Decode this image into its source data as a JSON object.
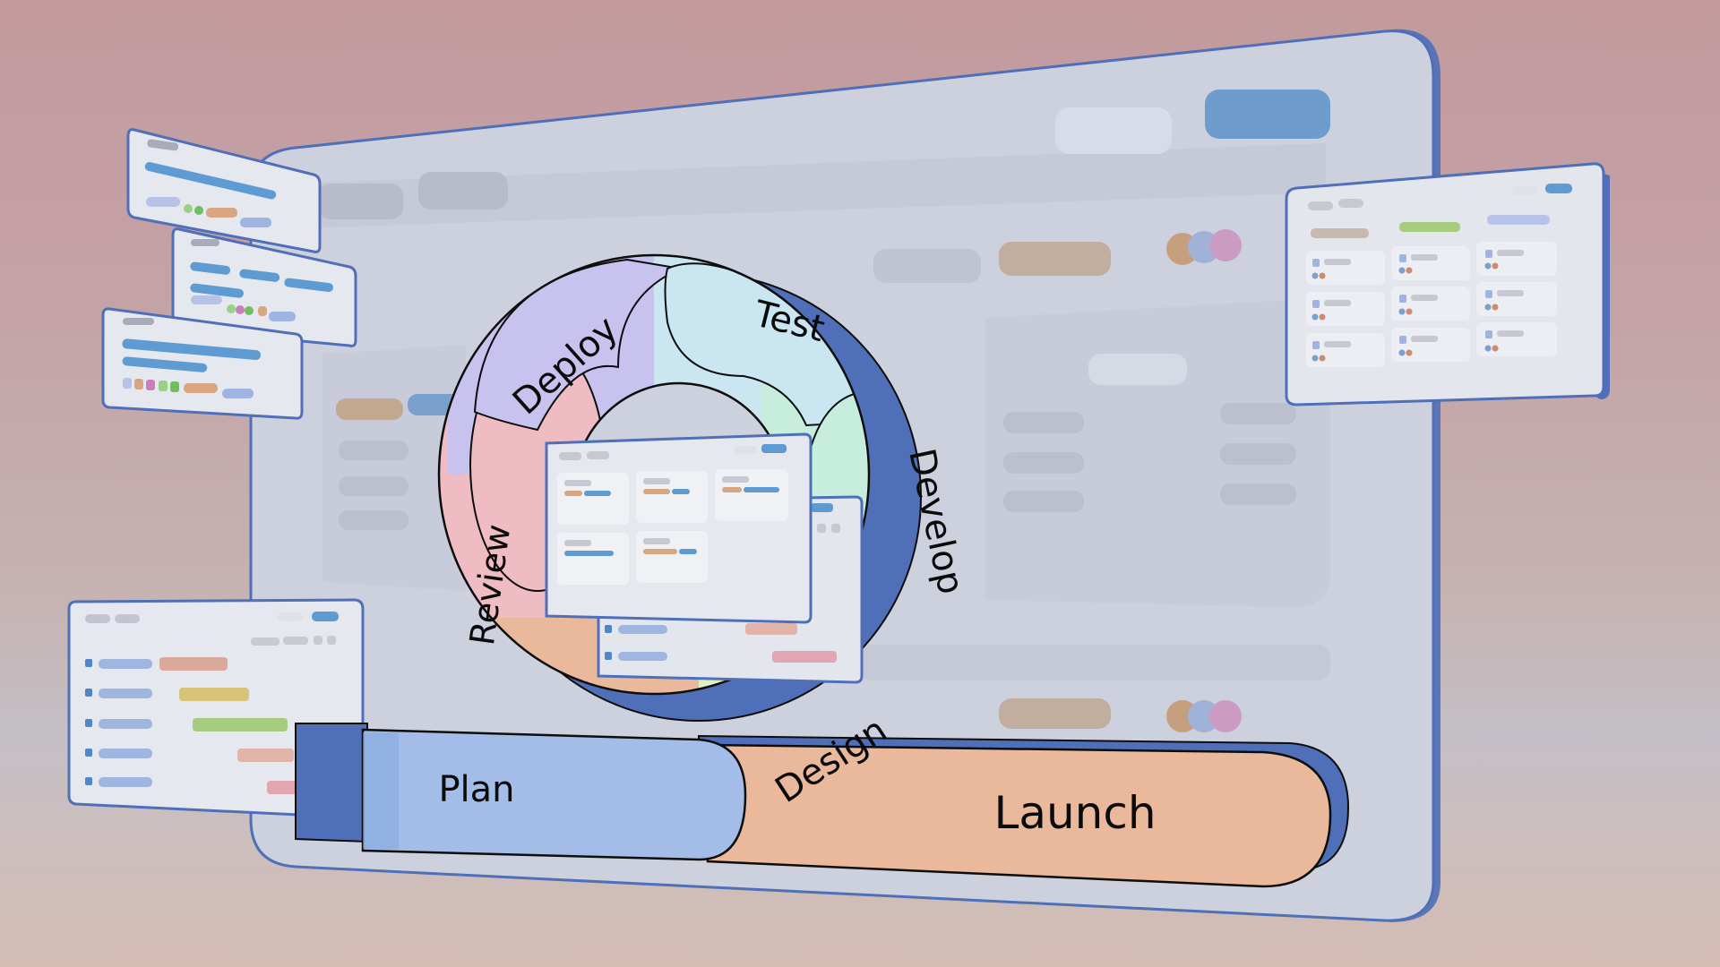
{
  "diagram": {
    "phases": {
      "deploy": "Deploy",
      "test": "Test",
      "develop": "Develop",
      "design": "Design",
      "review": "Review",
      "plan": "Plan",
      "launch": "Launch"
    }
  },
  "colors": {
    "background_top": "#c29a9e",
    "background_bottom": "#d4bcb2",
    "window_frame": "#4f6fb8",
    "deploy": "#c7c2ee",
    "test": "#c9e6f1",
    "develop": "#c7eedd",
    "design": "#ddf1c4",
    "review": "#f0bcc4",
    "plan": "#a3bde8",
    "launch": "#eab89a",
    "accent_blue": "#5d9bd2"
  },
  "icons": [
    "avatar-group-icon",
    "checkbox-icon"
  ]
}
